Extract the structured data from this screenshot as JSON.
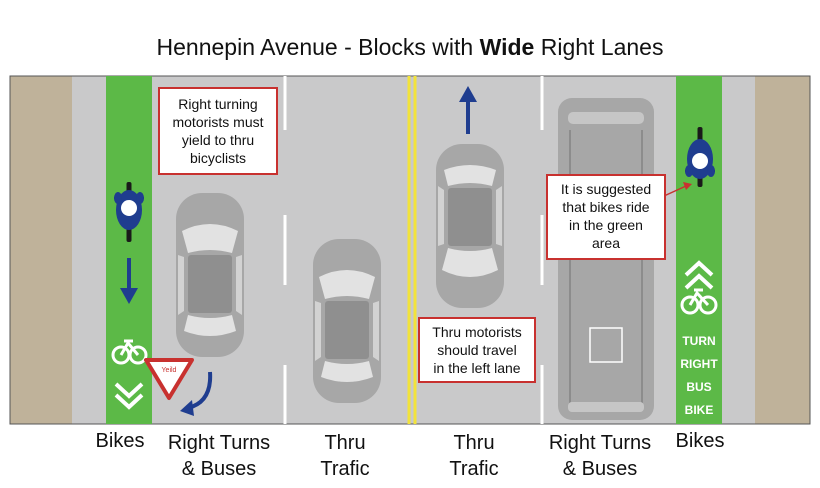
{
  "title": {
    "prefix": "Hennepin Avenue - Blocks with ",
    "emphasis": "Wide",
    "suffix": " Right Lanes"
  },
  "notes": {
    "right_turning": [
      "Right turning",
      "motorists must",
      "yield to thru",
      "bicyclists"
    ],
    "bikes_green": [
      "It is suggested",
      "that bikes ride",
      "in the green",
      "area"
    ],
    "thru_motorists": [
      "Thru motorists",
      "should travel",
      "in the left lane"
    ]
  },
  "yield_sign_text": "Yeild",
  "turn_right_marking": [
    "TURN",
    "RIGHT",
    "BUS",
    "BIKE"
  ],
  "lane_labels": {
    "bikes_left": [
      "Bikes"
    ],
    "right_turns_left": [
      "Right Turns",
      "& Buses"
    ],
    "thru_left": [
      "Thru",
      "Trafic"
    ],
    "thru_right": [
      "Thru",
      "Trafic"
    ],
    "right_turns_right": [
      "Right Turns",
      "& Buses"
    ],
    "bikes_right": [
      "Bikes"
    ]
  },
  "colors": {
    "sidewalk": "#bfb29a",
    "pavement": "#c9c9ca",
    "bike_lane": "#5cb947",
    "center_line": "#f2e33b",
    "vehicle": "#a8a8a8",
    "arrow": "#1f3d8f",
    "note_border": "#c8312f"
  }
}
